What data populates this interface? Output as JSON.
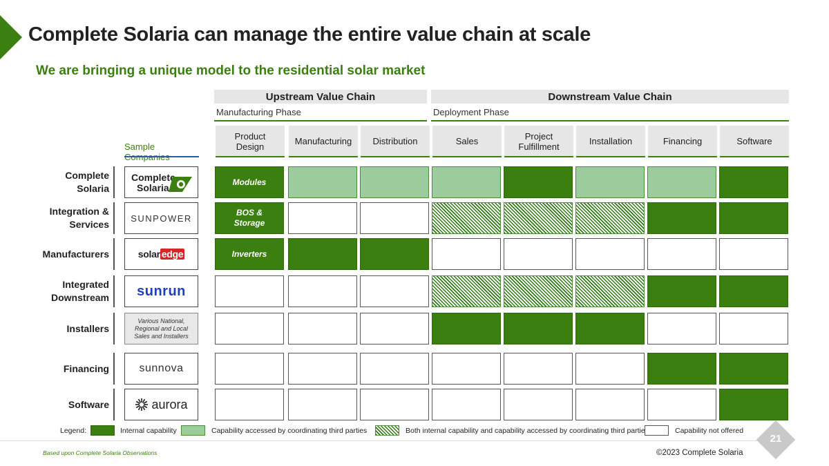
{
  "title": "Complete Solaria can manage the entire value chain at scale",
  "subtitle": "We are bringing a unique model to the residential solar market",
  "chain_heads": [
    "Upstream Value Chain",
    "Downstream Value Chain"
  ],
  "phases": [
    "Manufacturing Phase",
    "Deployment Phase"
  ],
  "columns": [
    "Product\nDesign",
    "Manufacturing",
    "Distribution",
    "Sales",
    "Project\nFulfillment",
    "Installation",
    "Financing",
    "Software"
  ],
  "sample_companies_label": "Sample Companies",
  "rows": [
    {
      "label": "Complete\nSolaria",
      "logo": "complete-solaria-logo",
      "logo_text": [
        "Complete",
        "Solaria"
      ],
      "cells": [
        "internal",
        "third",
        "third",
        "third",
        "internal",
        "third",
        "third",
        "internal"
      ],
      "first_cell_text": "Modules"
    },
    {
      "label": "Integration &\nServices",
      "logo": "sunpower-logo",
      "logo_text": "SUNPOWER",
      "cells": [
        "internal",
        "none",
        "none",
        "both",
        "both",
        "both",
        "internal",
        "internal"
      ],
      "first_cell_text": "BOS &\nStorage"
    },
    {
      "label": "Manufacturers",
      "logo": "solaredge-logo",
      "logo_text": [
        "solar",
        "edge"
      ],
      "cells": [
        "internal",
        "internal",
        "internal",
        "none",
        "none",
        "none",
        "none",
        "none"
      ],
      "first_cell_text": "Inverters"
    },
    {
      "label": "Integrated\nDownstream",
      "logo": "sunrun-logo",
      "logo_text": "sunrun",
      "cells": [
        "none",
        "none",
        "none",
        "both",
        "both",
        "both",
        "internal",
        "internal"
      ],
      "first_cell_text": ""
    },
    {
      "label": "Installers",
      "logo": "various",
      "logo_text": "Various National,\nRegional and Local\nSales and Installers",
      "cells": [
        "none",
        "none",
        "none",
        "internal",
        "internal",
        "internal",
        "none",
        "none"
      ],
      "first_cell_text": ""
    },
    {
      "label": "Financing",
      "logo": "sunnova-logo",
      "logo_text": "sunnova",
      "cells": [
        "none",
        "none",
        "none",
        "none",
        "none",
        "none",
        "internal",
        "internal"
      ],
      "first_cell_text": ""
    },
    {
      "label": "Software",
      "logo": "aurora-logo",
      "logo_text": "aurora",
      "cells": [
        "none",
        "none",
        "none",
        "none",
        "none",
        "none",
        "none",
        "internal"
      ],
      "first_cell_text": ""
    }
  ],
  "legend": {
    "label": "Legend:",
    "items": [
      {
        "type": "internal",
        "text": "Internal capability"
      },
      {
        "type": "third",
        "text": "Capability accessed by coordinating third parties"
      },
      {
        "type": "both",
        "text": "Both internal capability and capability accessed by coordinating third parties"
      },
      {
        "type": "none",
        "text": "Capability not offered"
      }
    ]
  },
  "footnote": "Based upon Complete Solaria Observations",
  "copyright": "©2023 Complete Solaria",
  "page_number": "21",
  "colors": {
    "internal": "#3a7f10",
    "third": "#9ccc9c",
    "accent": "#3a7f10",
    "sunrun_blue": "#1f3fbf",
    "solaredge_red": "#d62728"
  }
}
